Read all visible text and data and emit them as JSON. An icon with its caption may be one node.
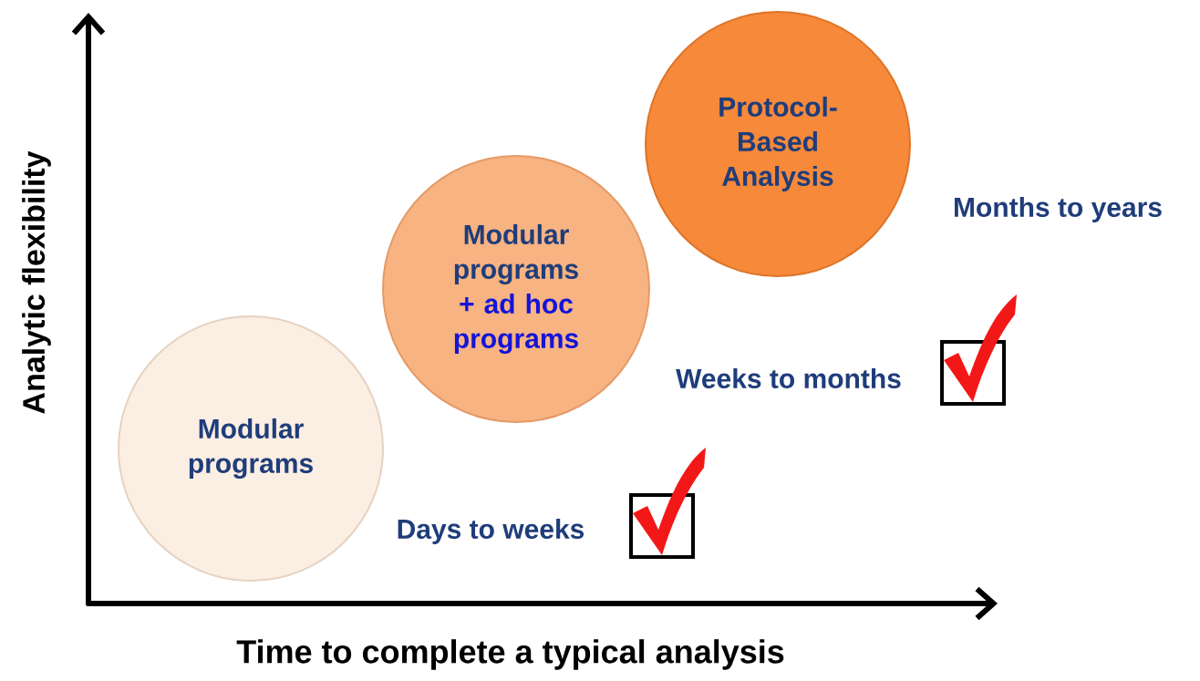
{
  "diagram": {
    "nodes": [
      {
        "text": [
          "Modular programs"
        ]
      },
      {
        "text": [
          "Modular programs",
          "+ ad hoc programs"
        ]
      },
      {
        "text": [
          "Protocol-Based Analysis"
        ]
      }
    ],
    "labels": [
      "Months to years",
      "Weeks to months",
      "Days to weeks",
      "Analytic flexibility",
      "Time to complete a typical analysis"
    ]
  }
}
